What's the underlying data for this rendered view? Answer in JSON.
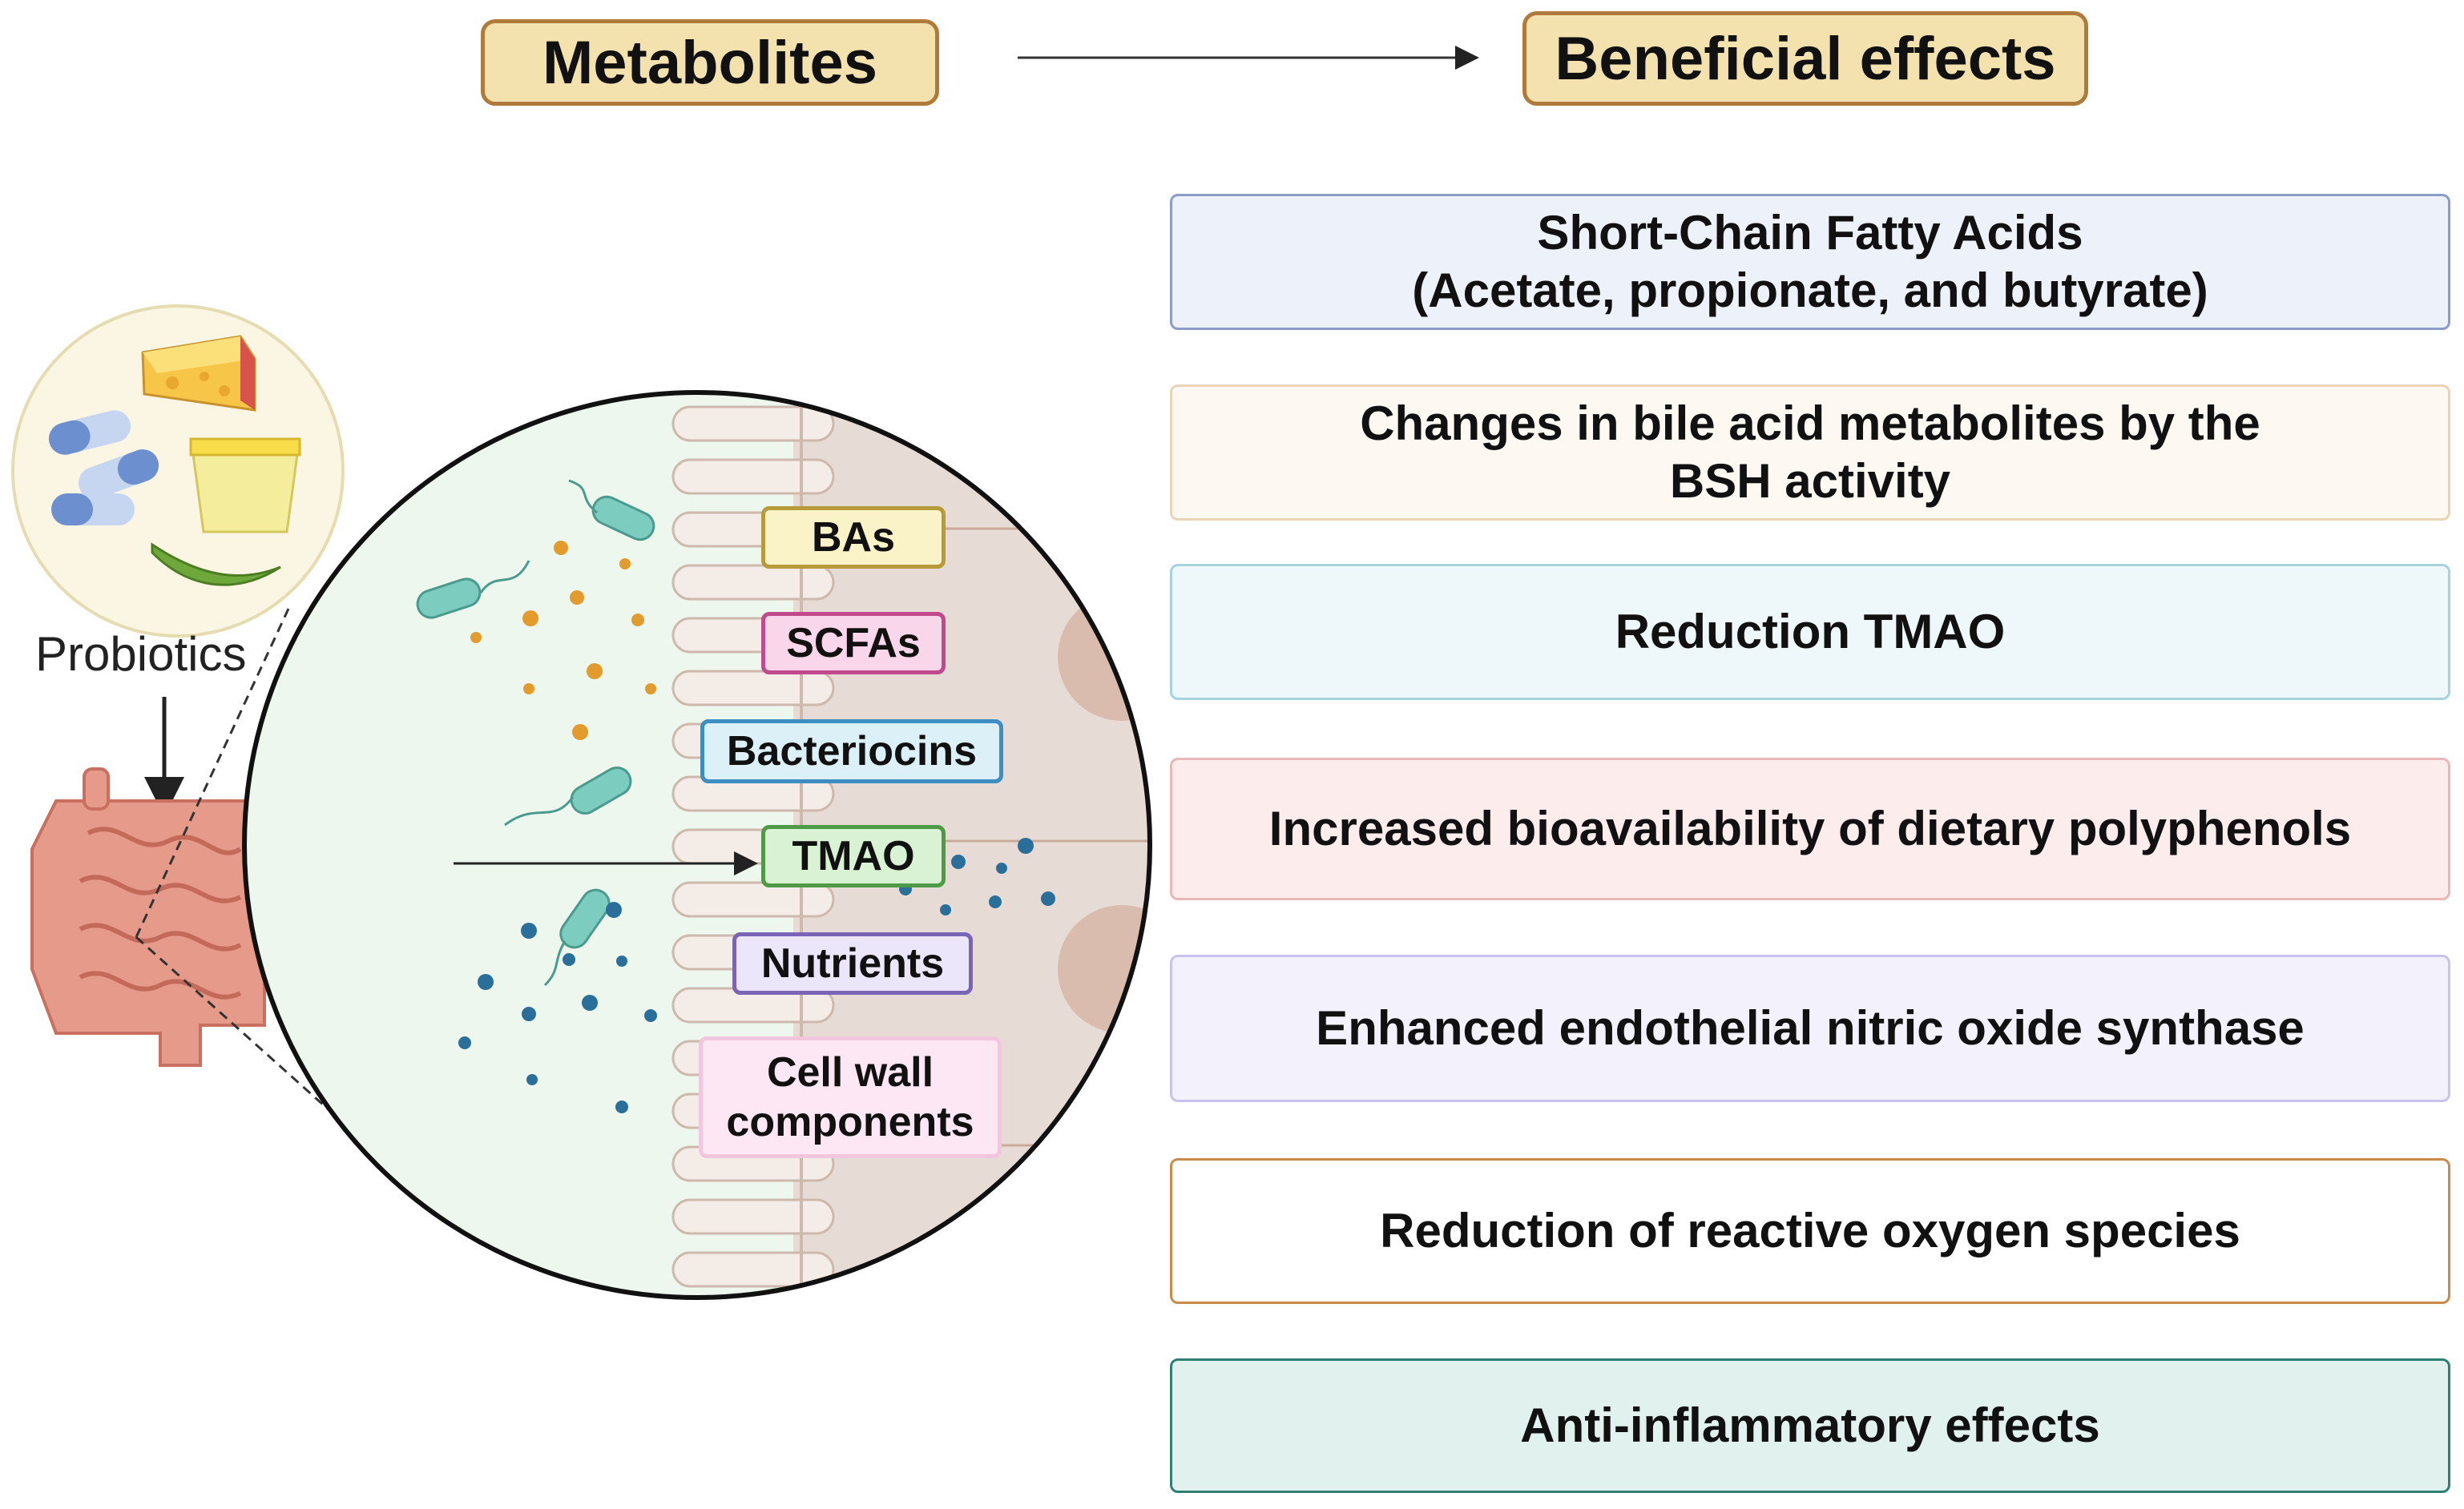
{
  "headers": {
    "metabolites": "Metabolites",
    "beneficial_effects": "Beneficial effects"
  },
  "probiotics_label": "Probiotics",
  "metabolites": [
    {
      "label": "BAs",
      "fill": "#fbf3c8",
      "border": "#b79b3a"
    },
    {
      "label": "SCFAs",
      "fill": "#f9d6ea",
      "border": "#c04a8c"
    },
    {
      "label": "Bacteriocins",
      "fill": "#dcf0f8",
      "border": "#3c8fc0"
    },
    {
      "label": "TMAO",
      "fill": "#d9f2d3",
      "border": "#4f9a47"
    },
    {
      "label": "Nutrients",
      "fill": "#ece6fb",
      "border": "#7a64b8"
    },
    {
      "label": "Cell wall\ncomponents",
      "fill": "#fde7f4",
      "border": "#f3c6e0"
    }
  ],
  "effects": [
    {
      "text": "Short-Chain Fatty Acids\n(Acetate, propionate, and butyrate)",
      "fill": "#edf1f9",
      "border": "#8b9cc8"
    },
    {
      "text": "Changes in bile acid metabolites by the\nBSH activity",
      "fill": "#fdf8f1",
      "border": "#ead4b8"
    },
    {
      "text": "Reduction TMAO",
      "fill": "#eef8fb",
      "border": "#a7d3e0"
    },
    {
      "text": "Increased bioavailability of dietary polyphenols",
      "fill": "#fcecec",
      "border": "#e8b7b7"
    },
    {
      "text": "Enhanced endothelial nitric oxide synthase",
      "fill": "#f3f1fc",
      "border": "#c9c2ec"
    },
    {
      "text": "Reduction of  reactive oxygen species",
      "fill": "#ffffff",
      "border": "#c98a4a"
    },
    {
      "text": "Anti-inflammatory effects",
      "fill": "#e0f1ee",
      "border": "#2f7f72"
    }
  ]
}
